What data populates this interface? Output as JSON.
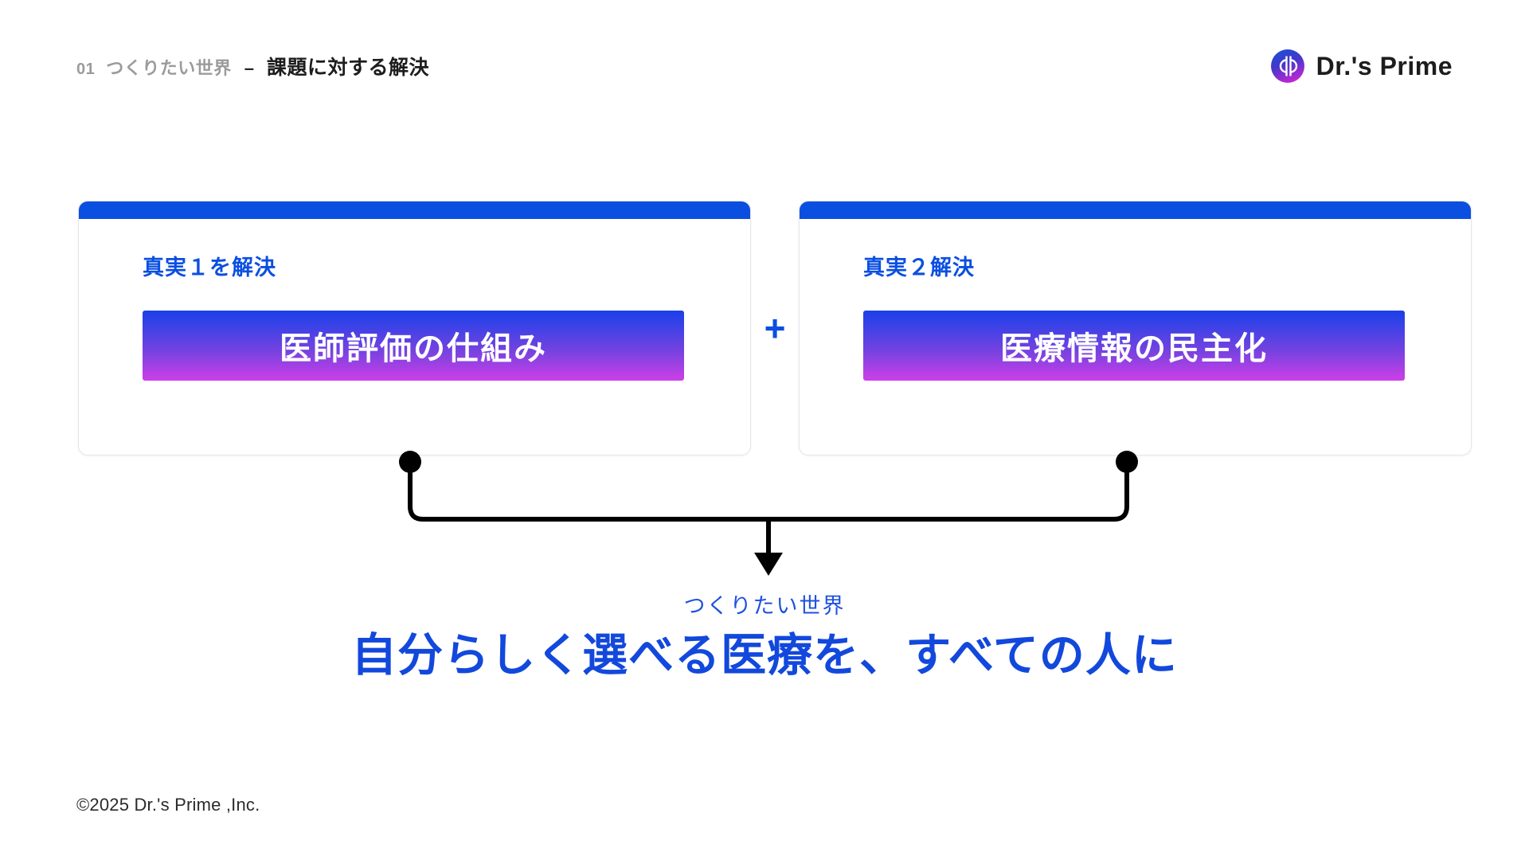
{
  "header": {
    "number": "01",
    "section": "つくりたい世界",
    "separator": "–",
    "title": "課題に対する解決",
    "logo_icon": "drs-prime-logo-icon",
    "logo_text": "Dr.'s Prime"
  },
  "cards": [
    {
      "label": "真実１を解決",
      "pill_text": "医師評価の仕組み"
    },
    {
      "label": "真実２解決",
      "pill_text": "医療情報の民主化"
    }
  ],
  "operator": {
    "symbol": "+",
    "icon": "plus-icon"
  },
  "connector": {
    "icon": "merge-arrow-icon"
  },
  "tagline": {
    "kicker": "つくりたい世界",
    "main": "自分らしく選べる医療を、すべての人に"
  },
  "footer": {
    "copyright": "©2025 Dr.'s Prime ,Inc."
  },
  "colors": {
    "brand_blue": "#0b4fe0",
    "tagline_blue": "#1248dc",
    "muted_gray": "#9b9b9b",
    "gradient_start": "#1b3fe8",
    "gradient_end": "#cf3fe8",
    "connector_black": "#000000"
  }
}
